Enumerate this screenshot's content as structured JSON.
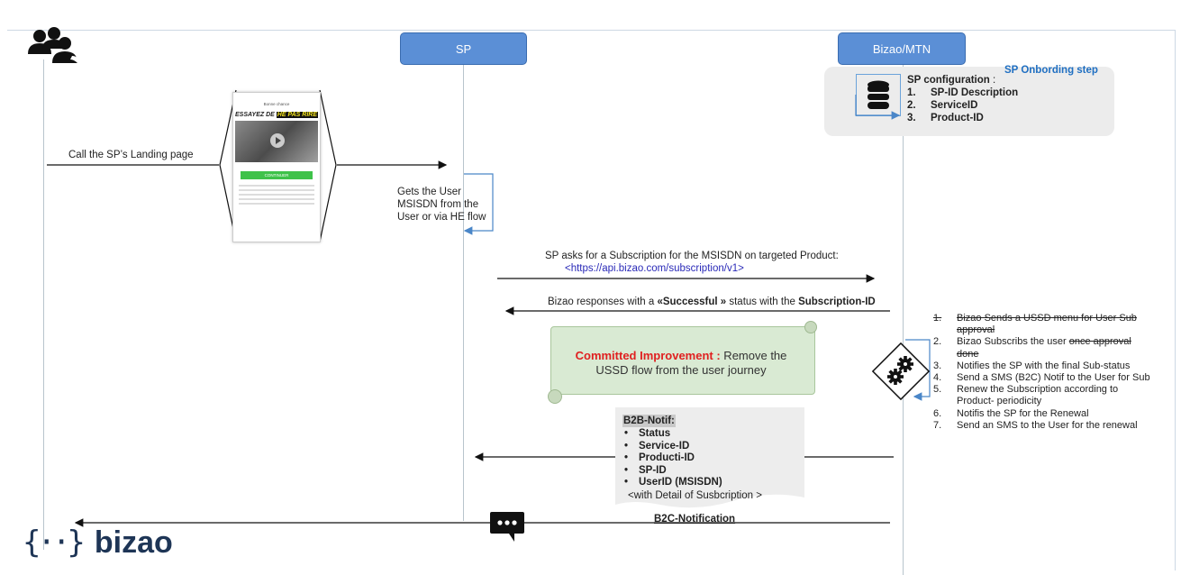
{
  "actors": {
    "sp": "SP",
    "bizao_mtn": "Bizao/MTN"
  },
  "onboarding": {
    "title": "SP Onbording step",
    "config_label": "SP configuration",
    "config_colon": ":",
    "items": [
      {
        "num": "1.",
        "text": "SP-ID Description"
      },
      {
        "num": "2.",
        "text": "ServiceID"
      },
      {
        "num": "3.",
        "text": "Product-ID"
      }
    ]
  },
  "messages": {
    "call_landing": "Call  the SP’s Landing page",
    "gets_msisdn": [
      "Gets the User",
      "MSISDN from the",
      "User or via HE flow"
    ],
    "sp_asks": "SP  asks for a Subscription for the MSISDN on targeted Product:",
    "sp_asks_url": "<https://api.bizao.com/subscription/v1>",
    "bizao_resp_a": "Bizao responses with a ",
    "bizao_resp_b": "«Successful »",
    "bizao_resp_c": "  status with the ",
    "bizao_resp_d": "Subscription-ID",
    "b2c_notification": "B2C-Notification"
  },
  "improvement": {
    "label": "Committed Improvement :",
    "text_a": " Remove the",
    "text_b": "USSD flow from the user journey"
  },
  "flow_steps": [
    {
      "num": "1.",
      "lines": [
        "Bizao Sends a USSD menu for User Sub",
        "approval"
      ],
      "struck": [
        true,
        true
      ]
    },
    {
      "num": "2.",
      "lines": [
        "Bizao Subscribs the user once approval",
        "done"
      ],
      "struck_part": "once approval"
    },
    {
      "num": "3.",
      "lines": [
        "Notifies the SP with the final Sub-status"
      ]
    },
    {
      "num": "4.",
      "lines": [
        "Send a SMS (B2C) Notif to the User for Sub"
      ]
    },
    {
      "num": "5.",
      "lines": [
        "Renew the Subscription according to",
        "Product- periodicity"
      ]
    },
    {
      "num": "6.",
      "lines": [
        " Notifis the SP for the Renewal"
      ]
    },
    {
      "num": "7.",
      "lines": [
        "Send an SMS to the User for the renewal"
      ]
    }
  ],
  "step_texts": {
    "s1a": "Bizao Sends a USSD menu for User Sub",
    "s1b": "approval",
    "s2a": "Bizao Subscribs the user ",
    "s2b": "once approval",
    "s2c": "done",
    "s3": "Notifies the SP with the final Sub-status",
    "s4": "Send a SMS (B2C) Notif to the User for Sub",
    "s5a": "Renew the Subscription according to",
    "s5b": "Product- periodicity",
    "s6": " Notifis the SP for the Renewal",
    "s7": "Send an SMS to the User for the renewal"
  },
  "b2b": {
    "title": "B2B-Notif:",
    "items": [
      "Status",
      "Service-ID",
      "Producti-ID",
      "SP-ID",
      "UserID (MSISDN)"
    ],
    "footer": "<with Detail of Susbcription >"
  },
  "phone": {
    "header": "Bonne chance",
    "banner_a": "ESSAYEZ DE",
    "banner_b": "HE PAS RIRE",
    "button": "CONTINUER"
  },
  "logo": {
    "text": "bizao",
    "glyph": "{··}"
  },
  "icons": [
    "users-icon",
    "database-icon",
    "gears-icon",
    "chat-icon",
    "play-icon"
  ],
  "colors": {
    "actor_box": "#5b8fd6",
    "onboarding_title": "#1f6fc2",
    "improvement_label": "#e02020",
    "url": "#2a2ab8",
    "note_bg": "#d9ead3",
    "logo": "#1e3556"
  }
}
